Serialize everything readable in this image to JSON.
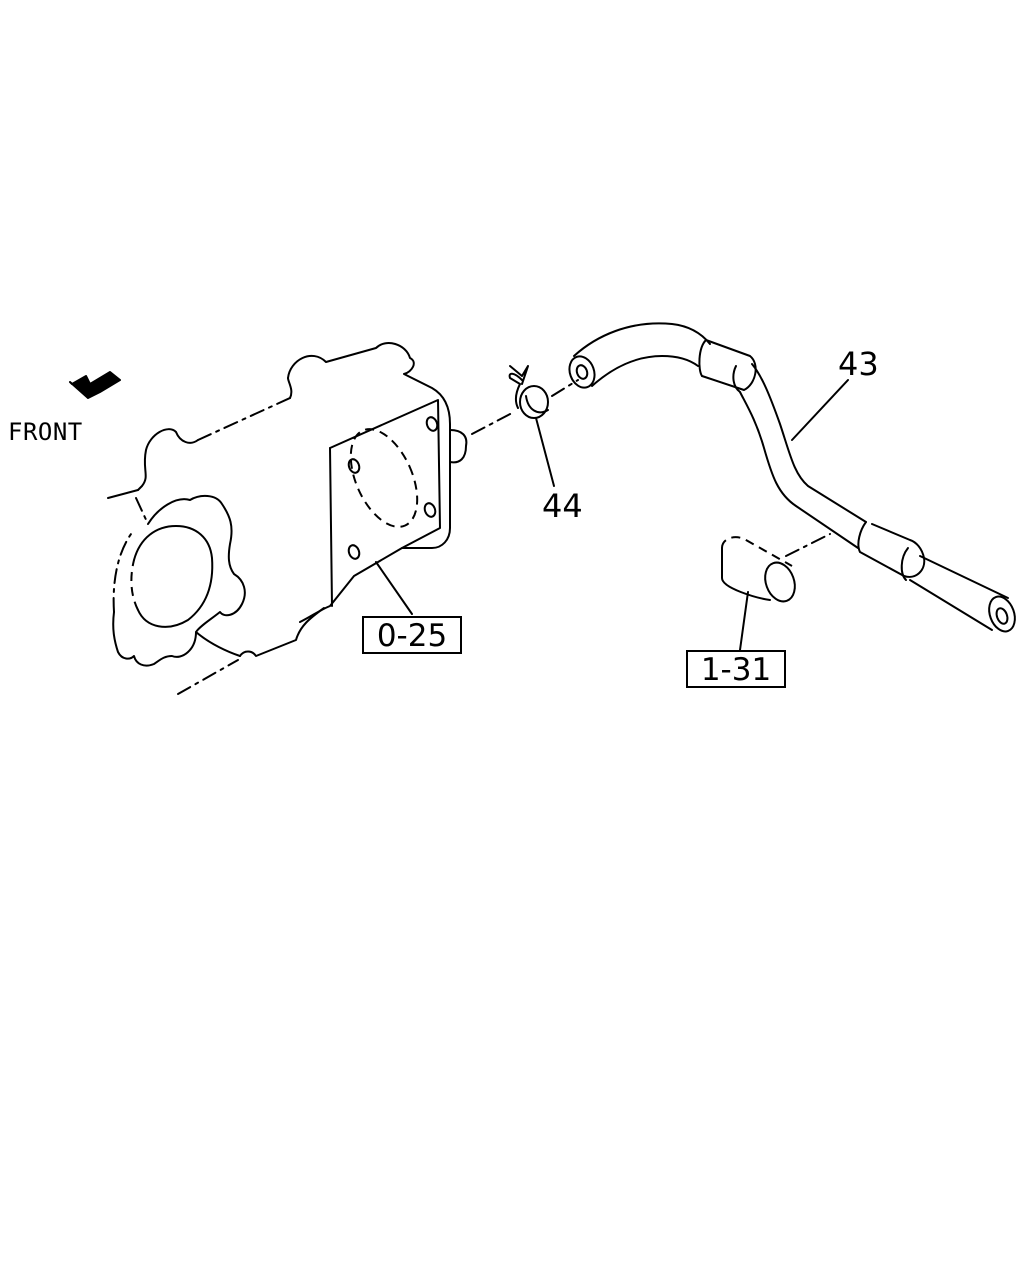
{
  "diagram": {
    "direction_label": "FRONT",
    "direction_icon": "front-arrow-icon",
    "callouts": [
      {
        "id": "hose",
        "text": "43"
      },
      {
        "id": "clip",
        "text": "44"
      }
    ],
    "references": [
      {
        "id": "engine-block-ref",
        "text": "0-25"
      },
      {
        "id": "sleeve-ref",
        "text": "1-31"
      }
    ]
  }
}
